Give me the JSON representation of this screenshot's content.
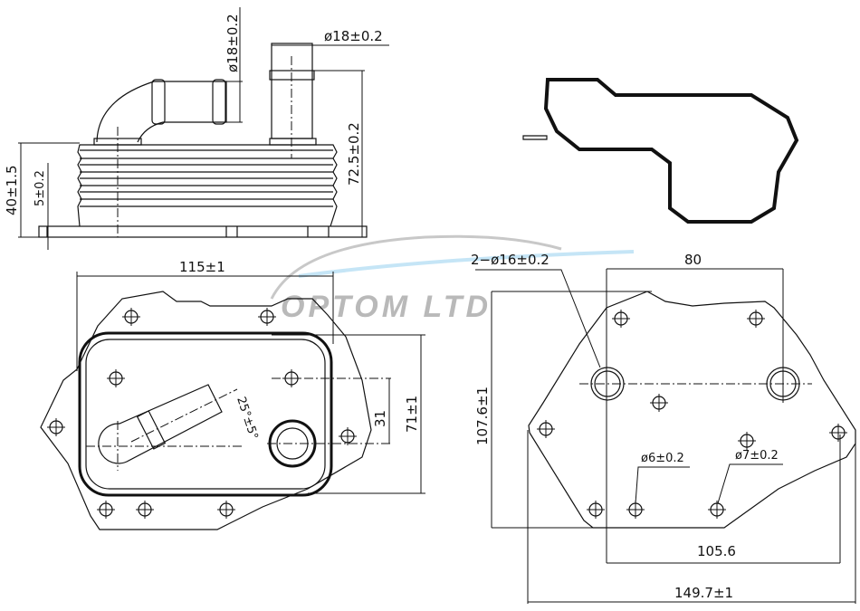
{
  "watermark": {
    "text": "OPTOM LTD",
    "color": "#b9b9b9",
    "accent": "#9fd3f0"
  },
  "side_view": {
    "dims": {
      "elbow_diameter": "ø18±0.2",
      "pipe_diameter": "ø18±0.2",
      "height_total": "72.5±0.2",
      "height_body": "40±1.5",
      "plate_thickness": "5±0.2"
    }
  },
  "top_view": {
    "dims": {
      "width": "115±1",
      "angle": "25°±5°",
      "offset": "31",
      "height": "71±1"
    }
  },
  "bottom_view": {
    "dims": {
      "port_holes": "2−ø16±0.2",
      "port_spacing": "80",
      "height": "107.6±1",
      "small_hole": "ø6±0.2",
      "mid_hole": "ø7±0.2",
      "inner_width": "105.6",
      "total_width": "149.7±1"
    }
  }
}
